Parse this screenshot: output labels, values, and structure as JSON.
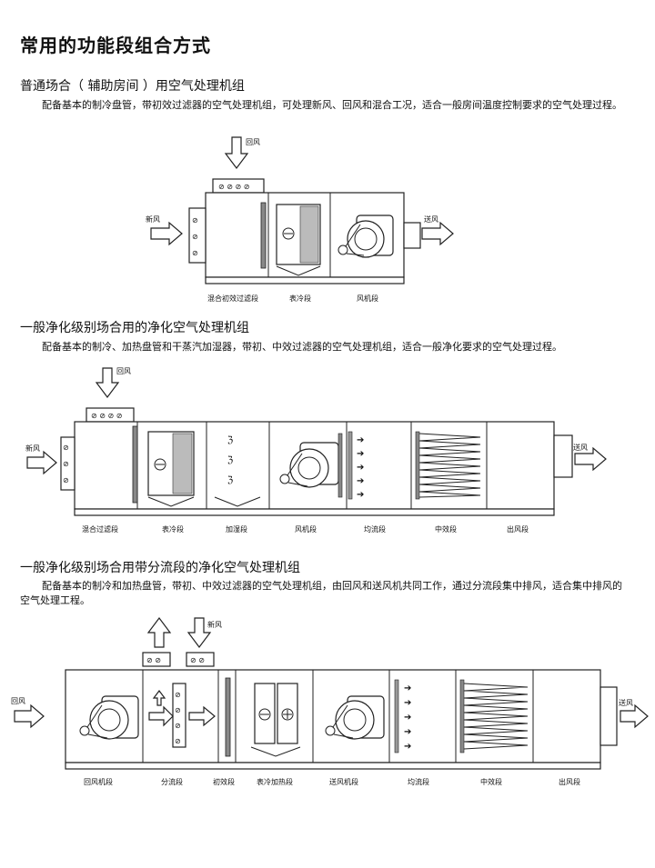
{
  "page": {
    "title": "常用的功能段组合方式"
  },
  "sections": [
    {
      "heading": "普通场合（ 辅助房间 ）用空气处理机组",
      "description": "配备基本的制冷盘管，带初效过滤器的空气处理机组，可处理新风、回风和混合工况，适合一般房间温度控制要求的空气处理过程。",
      "labels": {
        "return_air": "回风",
        "fresh_air": "新风",
        "supply_air": "送风"
      },
      "segments": [
        "混合初效过滤段",
        "表冷段",
        "风机段"
      ]
    },
    {
      "heading": "一般净化级别场合用的净化空气处理机组",
      "description": "配备基本的制冷、加热盘管和干蒸汽加湿器，带初、中效过滤器的空气处理机组，适合一般净化要求的空气处理过程。",
      "labels": {
        "return_air": "回风",
        "fresh_air": "新风",
        "supply_air": "送风"
      },
      "segments": [
        "混合过滤段",
        "表冷段",
        "加湿段",
        "风机段",
        "均流段",
        "中效段",
        "出风段"
      ]
    },
    {
      "heading": "一般净化级别场合用带分流段的净化空气处理机组",
      "description": "配备基本的制冷和加热盘管，带初、中效过滤器的空气处理机组，由回风和送风机共同工作，通过分流段集中排风，适合集中排风的空气处理工程。",
      "labels": {
        "return_air": "回风",
        "fresh_air": "新风",
        "supply_air": "送风"
      },
      "segments": [
        "回风机段",
        "分流段",
        "初效段",
        "表冷加热段",
        "送风机段",
        "均流段",
        "中效段",
        "出风段"
      ]
    }
  ]
}
